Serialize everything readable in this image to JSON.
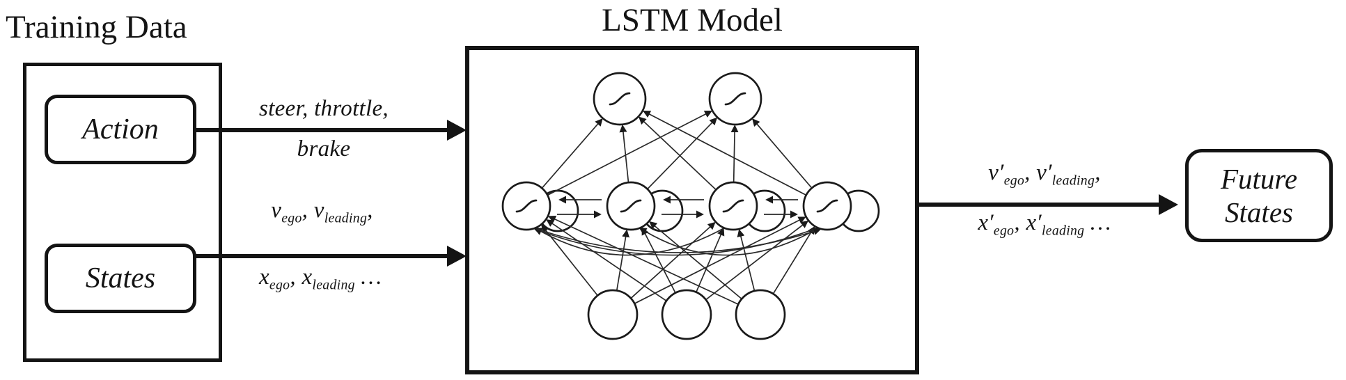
{
  "colors": {
    "ink": "#141414",
    "background": "#ffffff"
  },
  "training": {
    "title": "Training Data",
    "action_label": "Action",
    "states_label": "States"
  },
  "lstm": {
    "title": "LSTM Model"
  },
  "future": {
    "line1": "Future",
    "line2": "States"
  },
  "arrows": {
    "action_to_lstm": {
      "line1": "steer, throttle,",
      "line2": "brake"
    },
    "states_to_lstm": {
      "line1": [
        {
          "b": "v",
          "sub": "ego"
        },
        {
          "b": ", "
        },
        {
          "b": "v",
          "sub": "leading"
        },
        {
          "b": ","
        }
      ],
      "line2": [
        {
          "b": "x",
          "sub": "ego"
        },
        {
          "b": ", "
        },
        {
          "b": "x",
          "sub": "leading"
        },
        {
          "b": " …"
        }
      ]
    },
    "lstm_to_future": {
      "line1": [
        {
          "b": "v′",
          "sub": "ego"
        },
        {
          "b": ", "
        },
        {
          "b": "v′",
          "sub": "leading"
        },
        {
          "b": ","
        }
      ],
      "line2": [
        {
          "b": "x′",
          "sub": "ego"
        },
        {
          "b": ", "
        },
        {
          "b": "x′",
          "sub": "leading"
        },
        {
          "b": " …"
        }
      ]
    }
  },
  "icons": {
    "sigmoid_node": "sigmoid-activation",
    "input_node": "input-unit",
    "arrowhead": "arrowhead"
  }
}
